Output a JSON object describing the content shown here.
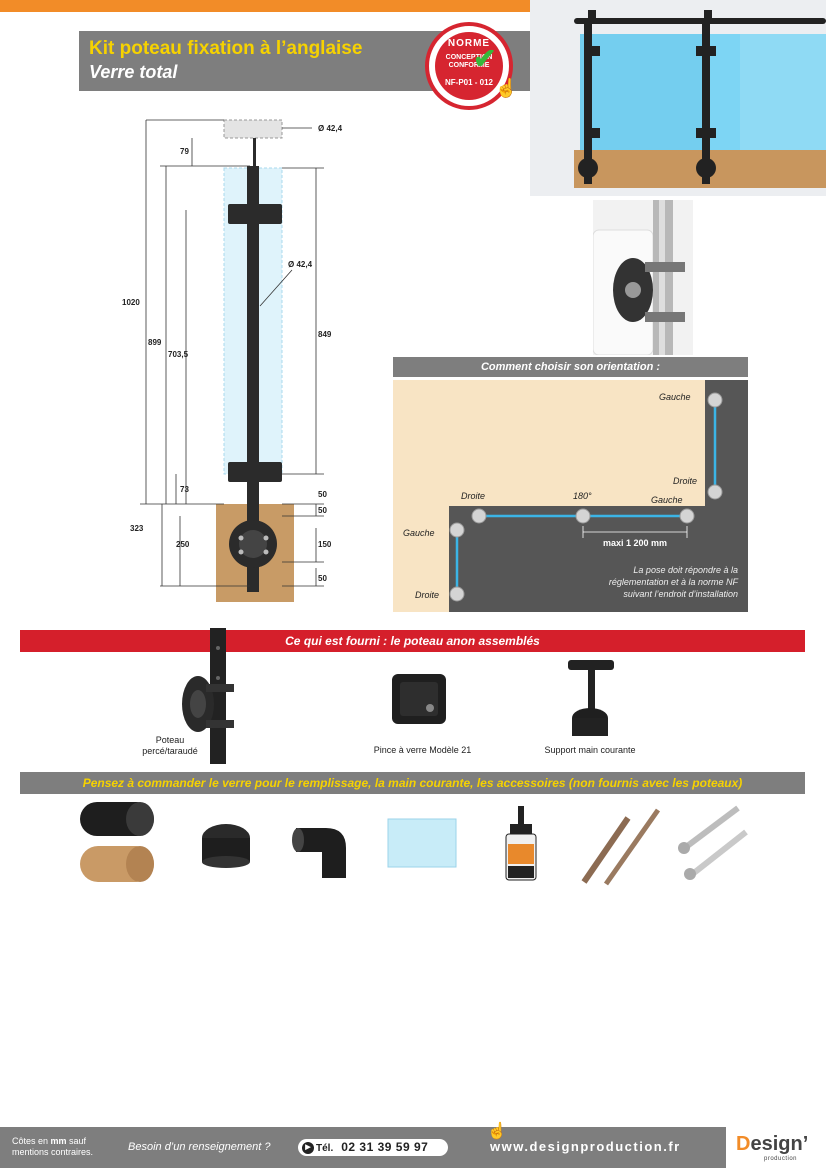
{
  "header": {
    "title": "Kit poteau fixation à l’anglaise",
    "subtitle": "Verre total"
  },
  "badge": {
    "norme": "NORME",
    "conception": "CONCEPTION",
    "conforme": "CONFORME",
    "reference": "NF-P01 - 012"
  },
  "drawing": {
    "dims": {
      "diam_top": "Ø 42,4",
      "d79": "79",
      "d1020": "1020",
      "d899": "899",
      "d703": "703,5",
      "diam_post": "Ø 42,4",
      "d849": "849",
      "d73": "73",
      "d50a": "50",
      "d50b": "50",
      "d323": "323",
      "d250": "250",
      "d150": "150",
      "d50c": "50"
    }
  },
  "orientation": {
    "title": "Comment choisir son orientation :",
    "labels": {
      "gauche_top_right": "Gauche",
      "droite_right_low": "Droite",
      "droite_middle": "Droite",
      "angle": "180°",
      "gauche_middle": "Gauche",
      "gauche_left": "Gauche",
      "droite_left": "Droite"
    },
    "spacing": "maxi 1 200 mm",
    "note_lines": [
      "La pose doit répondre à la",
      "réglementation et à la norme NF",
      "suivant l’endroit d’installation"
    ]
  },
  "supplied": {
    "title": "Ce qui est fourni : le poteau anon assemblés",
    "items": [
      {
        "label_line1": "Poteau",
        "label_line2": "percé/taraudé"
      },
      {
        "label_line1": "Pince à verre Modèle 21"
      },
      {
        "label_line1": "Support main courante"
      }
    ]
  },
  "order": {
    "title": "Pensez à commander le verre pour le remplissage, la main courante, les accessoires (non fournis avec les poteaux)"
  },
  "footer": {
    "note_prefix": "Côtes en ",
    "note_unit": "mm",
    "note_suffix": " sauf",
    "note_line2": "mentions contraires.",
    "question": "Besoin d’un renseignement ?",
    "tel_label": "Tél.",
    "tel_number": "02 31 39 59 97",
    "website": "www.designproduction.fr",
    "logo_main": "esign’",
    "logo_letter": "D",
    "logo_sub": "production"
  },
  "colors": {
    "accent_orange": "#f28c28",
    "title_yellow": "#f6d200",
    "banner_red": "#d51f2b",
    "banner_grey": "#7e7e7e",
    "glass_cyan": "#3bb4e6"
  }
}
